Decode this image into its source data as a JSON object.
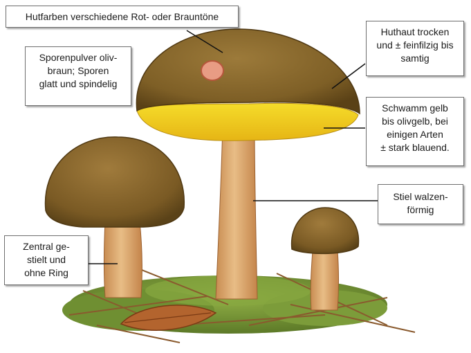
{
  "labels": {
    "hutfarben": [
      "Hutfarben verschiedene Rot- oder Brauntöne"
    ],
    "sporenpulver": [
      "Sporenpulver oliv-",
      "braun; Sporen",
      "glatt und spindelig"
    ],
    "huthaut": [
      "Huthaut trocken",
      "und ± feinfilzig bis",
      "samtig"
    ],
    "schwamm": [
      "Schwamm gelb",
      "bis olivgelb, bei",
      "einigen Arten",
      "± stark blauend."
    ],
    "stiel": [
      "Stiel walzen-",
      "förmig"
    ],
    "zentral": [
      "Zentral ge-",
      "stielt und",
      "ohne Ring"
    ]
  },
  "colors": {
    "cap_brown": "#8a6a2e",
    "cap_dark": "#5e4418",
    "pore_yellow": "#f2d21b",
    "stem_tan": "#d9a36a",
    "moss_green": "#7a9a3a",
    "needle_brown": "#9a6a3a",
    "leaf_red": "#b3642e"
  }
}
